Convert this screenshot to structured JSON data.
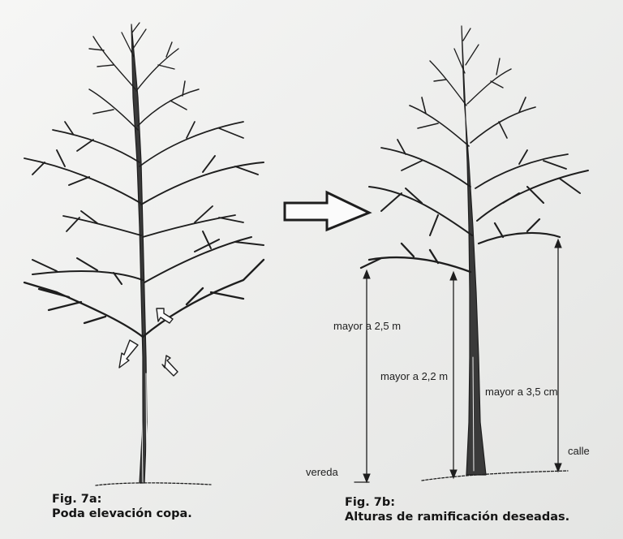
{
  "figure_a": {
    "caption_line1": "Fig. 7a:",
    "caption_line2": "Poda elevación copa."
  },
  "figure_b": {
    "caption_line1": "Fig. 7b:",
    "caption_line2": "Alturas de ramificación deseadas.",
    "measure_sidewalk": "mayor a 2,5 m",
    "measure_trunk": "mayor a 2,2 m",
    "measure_street": "mayor a 3,5 cm",
    "label_street": "calle",
    "label_sidewalk": "vereda"
  },
  "colors": {
    "paper": "#ecedec",
    "ink": "#1e1e1e"
  }
}
